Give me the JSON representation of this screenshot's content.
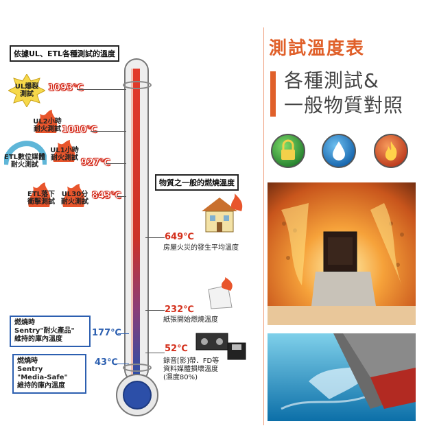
{
  "left_heading": "依據UL、ETL各種測試的溫度",
  "right_heading": "物質之一般的燃燒溫度",
  "tests": [
    {
      "label": "UL爆裂\n測試",
      "temp": "1093℃"
    },
    {
      "label": "UL2小時\n耐火測試",
      "temp": "1010℃"
    },
    {
      "label": "ETL數位媒體\n耐火測試",
      "label2": "UL1小時\n耐火測試",
      "temp": "927℃"
    },
    {
      "label": "ETL落下\n衝擊測試",
      "label2": "UL30分\n耐火測試",
      "temp": "843℃"
    }
  ],
  "materials": [
    {
      "temp": "649℃",
      "desc": "房屋火災的發生平均溫度"
    },
    {
      "temp": "232℃",
      "desc": "紙張開始燃燒溫度"
    },
    {
      "temp": "52℃",
      "desc": "錄音[影]帶．FD等\n資料媒體損壞溫度\n(濕度80%)"
    }
  ],
  "notes": [
    {
      "text": "燃燒時\nSentry\"耐火產品\"\n維持的庫內溫度",
      "temp": "177℃"
    },
    {
      "text": "燃燒時\nSentry\n\"Media-Safe\"\n維持的庫內溫度",
      "temp": "43℃"
    }
  ],
  "title": "測試溫度表",
  "subtitle_line1": "各種測試&",
  "subtitle_line2": "一般物質對照",
  "icons": [
    {
      "name": "lock-icon",
      "color": "#2f9a3a"
    },
    {
      "name": "water-drop-icon",
      "color": "#1f7fc8"
    },
    {
      "name": "fire-icon",
      "color": "#d8461e"
    }
  ],
  "colors": {
    "accent": "#e0602a",
    "hot": "#d42a1a",
    "cold": "#2c5fb0"
  }
}
